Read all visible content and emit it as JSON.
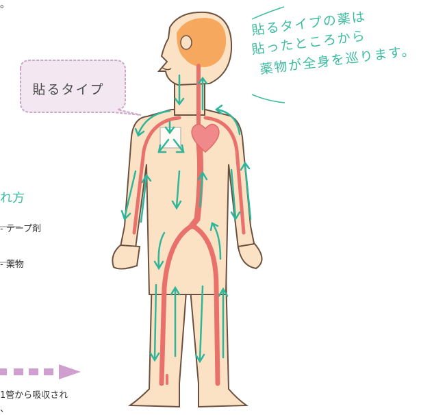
{
  "top_fragment": "。",
  "bubble": {
    "text": "貼るタイプ"
  },
  "handwritten_note": {
    "lines": [
      "貼るタイプの薬は",
      "貼ったところから",
      "薬物が全身を巡ります。"
    ]
  },
  "side_panel": {
    "title_fragment": "れ方",
    "labels": [
      "テープ剤",
      "薬物"
    ]
  },
  "footer": {
    "line1": "1管から吸収され",
    "line2": "、"
  },
  "colors": {
    "skin": "#fbe2c4",
    "outline": "#6b5040",
    "artery": "#e8716b",
    "arrow": "#2fb59a",
    "brain": "#f6a85e",
    "heart": "#f08a8a",
    "bubble": "#f3e8f1",
    "dashed_arrow": "#cf9fd0"
  }
}
